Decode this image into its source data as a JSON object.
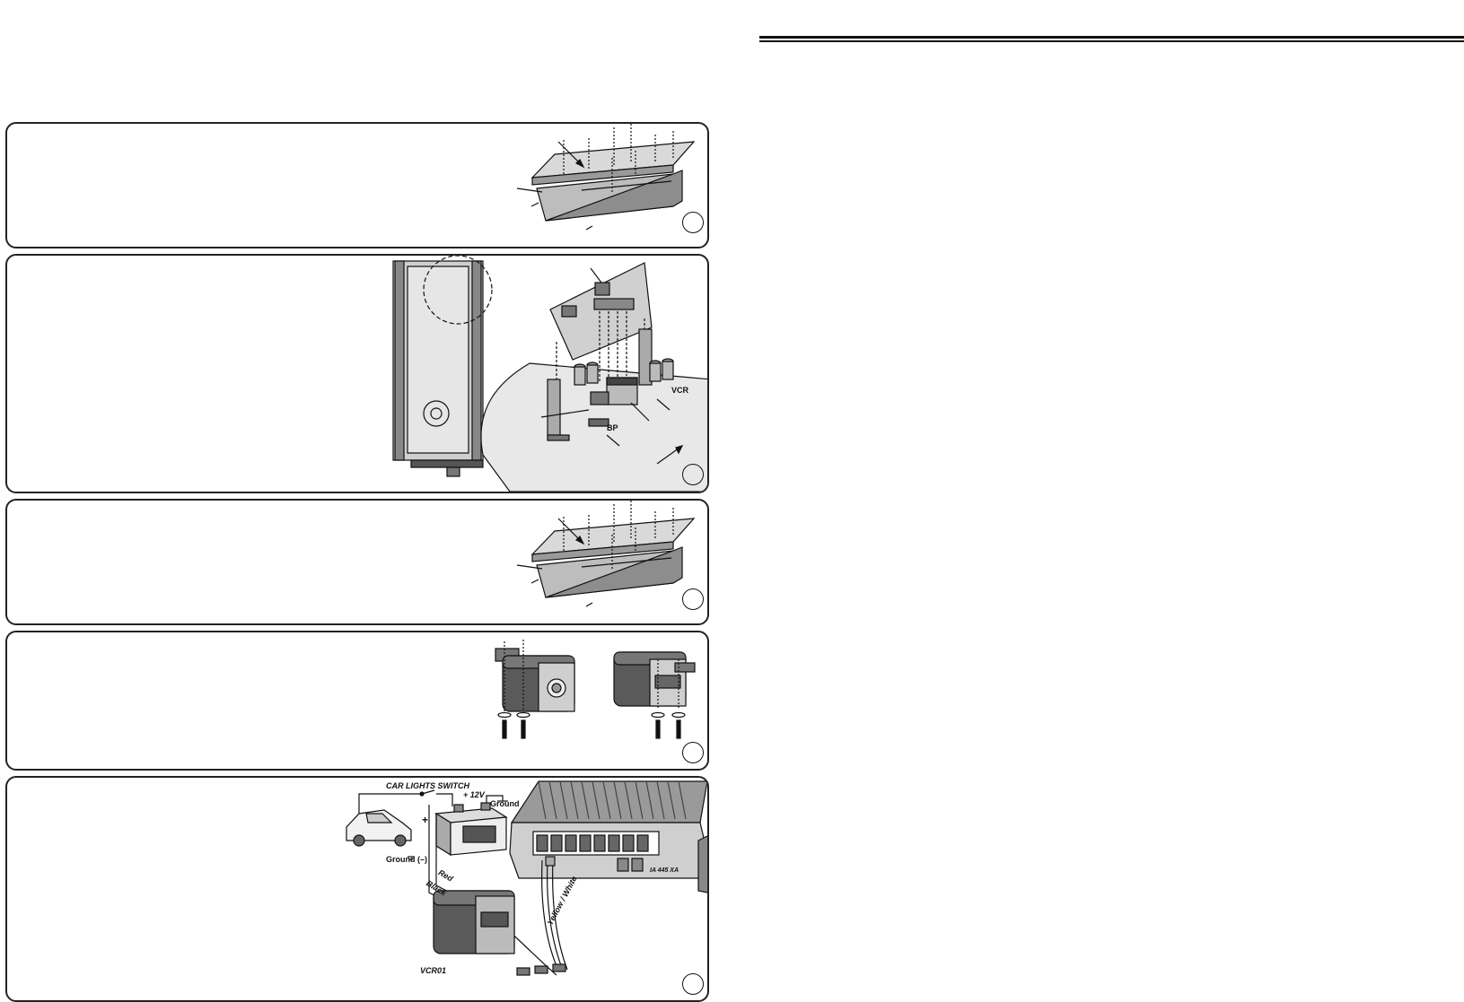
{
  "panels": [
    {
      "id": "panel-1"
    },
    {
      "id": "panel-2",
      "labels": {
        "bp": "BP",
        "vcr": "VCR"
      }
    },
    {
      "id": "panel-3"
    },
    {
      "id": "panel-4"
    },
    {
      "id": "panel-5",
      "labels": {
        "car_lights_switch": "CAR LIGHTS SWITCH",
        "plus_12v": "+ 12V",
        "ground": "Ground",
        "ground_minus": "Ground (–)",
        "plus": "+",
        "red": "Red",
        "black": "Black",
        "yellow_white": "Yellow / White",
        "vcr01": "VCR01",
        "model": "IA 445 XA"
      }
    }
  ],
  "colors": {
    "ink": "#111111",
    "panel_border": "#222222",
    "gray_device": "#5a5a5a"
  }
}
